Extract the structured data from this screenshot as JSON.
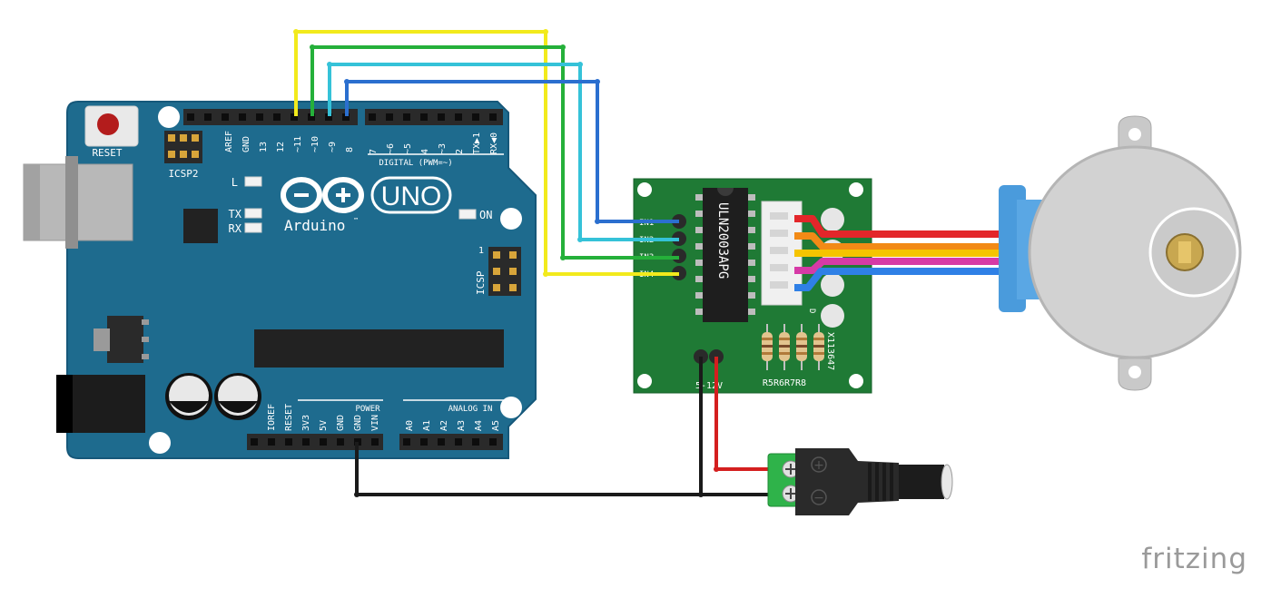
{
  "arduino": {
    "reset_label": "RESET",
    "icsp2_label": "ICSP2",
    "icsp_label": "ICSP",
    "icsp_pin1": "1",
    "led_l": "L",
    "led_tx": "TX",
    "led_rx": "RX",
    "led_on": "ON",
    "brand": "Arduino",
    "trademark": "™",
    "model": "UNO",
    "digital_label": "DIGITAL (PWM=~)",
    "power_label": "POWER",
    "analog_label": "ANALOG IN",
    "digital_pins_left": [
      "AREF",
      "GND",
      "13",
      "12",
      "~11",
      "~10",
      "~9",
      "8"
    ],
    "digital_pins_right": [
      "7",
      "~6",
      "~5",
      "4",
      "~3",
      "2",
      "TX▶1",
      "RX◀0"
    ],
    "power_pins": [
      "IOREF",
      "RESET",
      "3V3",
      "5V",
      "GND",
      "GND",
      "VIN"
    ],
    "analog_pins": [
      "A0",
      "A1",
      "A2",
      "A3",
      "A4",
      "A5"
    ]
  },
  "driver": {
    "chip_label": "ULN2003APG",
    "inputs": [
      "IN1",
      "IN2",
      "IN3",
      "IN4"
    ],
    "power_label": "5-12V",
    "resistor_label": "R5R6R7R8",
    "board_code": "X113647",
    "led_label": "D"
  },
  "dc_jack": {
    "plus_symbol": "+",
    "minus_symbol": "−"
  },
  "colors": {
    "board_blue": "#1e6b8e",
    "driver_green": "#1f7a35",
    "wire_yellow": "#f2ea1c",
    "wire_green": "#25b03a",
    "wire_cyan": "#35c2d8",
    "wire_blue": "#2b6fcf",
    "wire_red": "#d41f1f",
    "wire_black": "#1a1a1a",
    "motor_red": "#e3262a",
    "motor_orange": "#f28a16",
    "motor_yellow": "#f5c400",
    "motor_pink": "#d63aa6",
    "motor_blue": "#2f80e6"
  },
  "watermark": "fritzing"
}
